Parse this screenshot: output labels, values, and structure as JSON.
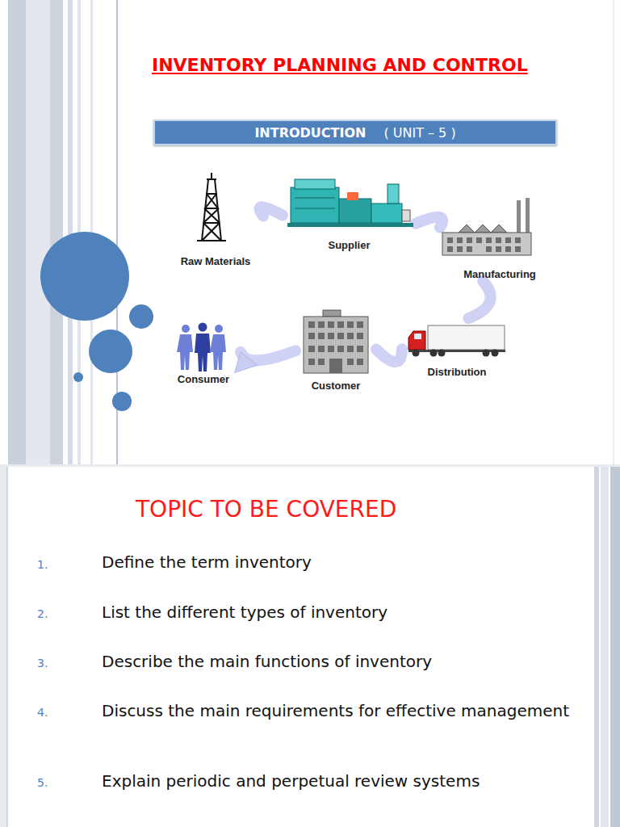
{
  "diagram": {
    "title": "INVENTORY PLANNING AND CONTROL",
    "nodes": [
      {
        "text": [
          "INTRODUCTION",
          "( UNIT – 5 )"
        ]
      },
      {
        "text": [
          "Raw Materials"
        ]
      },
      {
        "text": [
          "Supplier"
        ]
      },
      {
        "text": [
          "Manufacturing"
        ]
      },
      {
        "text": [
          "Distribution"
        ]
      },
      {
        "text": [
          "Customer"
        ]
      },
      {
        "text": [
          "Consumer"
        ]
      }
    ],
    "edges": [
      {
        "from": 1,
        "to": 2,
        "arrow": "none"
      },
      {
        "from": 2,
        "to": 3,
        "arrow": "none"
      },
      {
        "from": 3,
        "to": 4,
        "arrow": "none"
      },
      {
        "from": 4,
        "to": 5,
        "arrow": "none"
      },
      {
        "from": 5,
        "to": 6,
        "arrow": "to"
      }
    ],
    "labels": [
      "TOPIC TO BE COVERED",
      "1.",
      "Define the term inventory",
      "2.",
      "List the different types of inventory",
      "3.",
      "Describe the main functions of inventory",
      "4.",
      "Discuss the main requirements for effective management",
      "5.",
      "Explain periodic and perpetual review systems"
    ]
  }
}
